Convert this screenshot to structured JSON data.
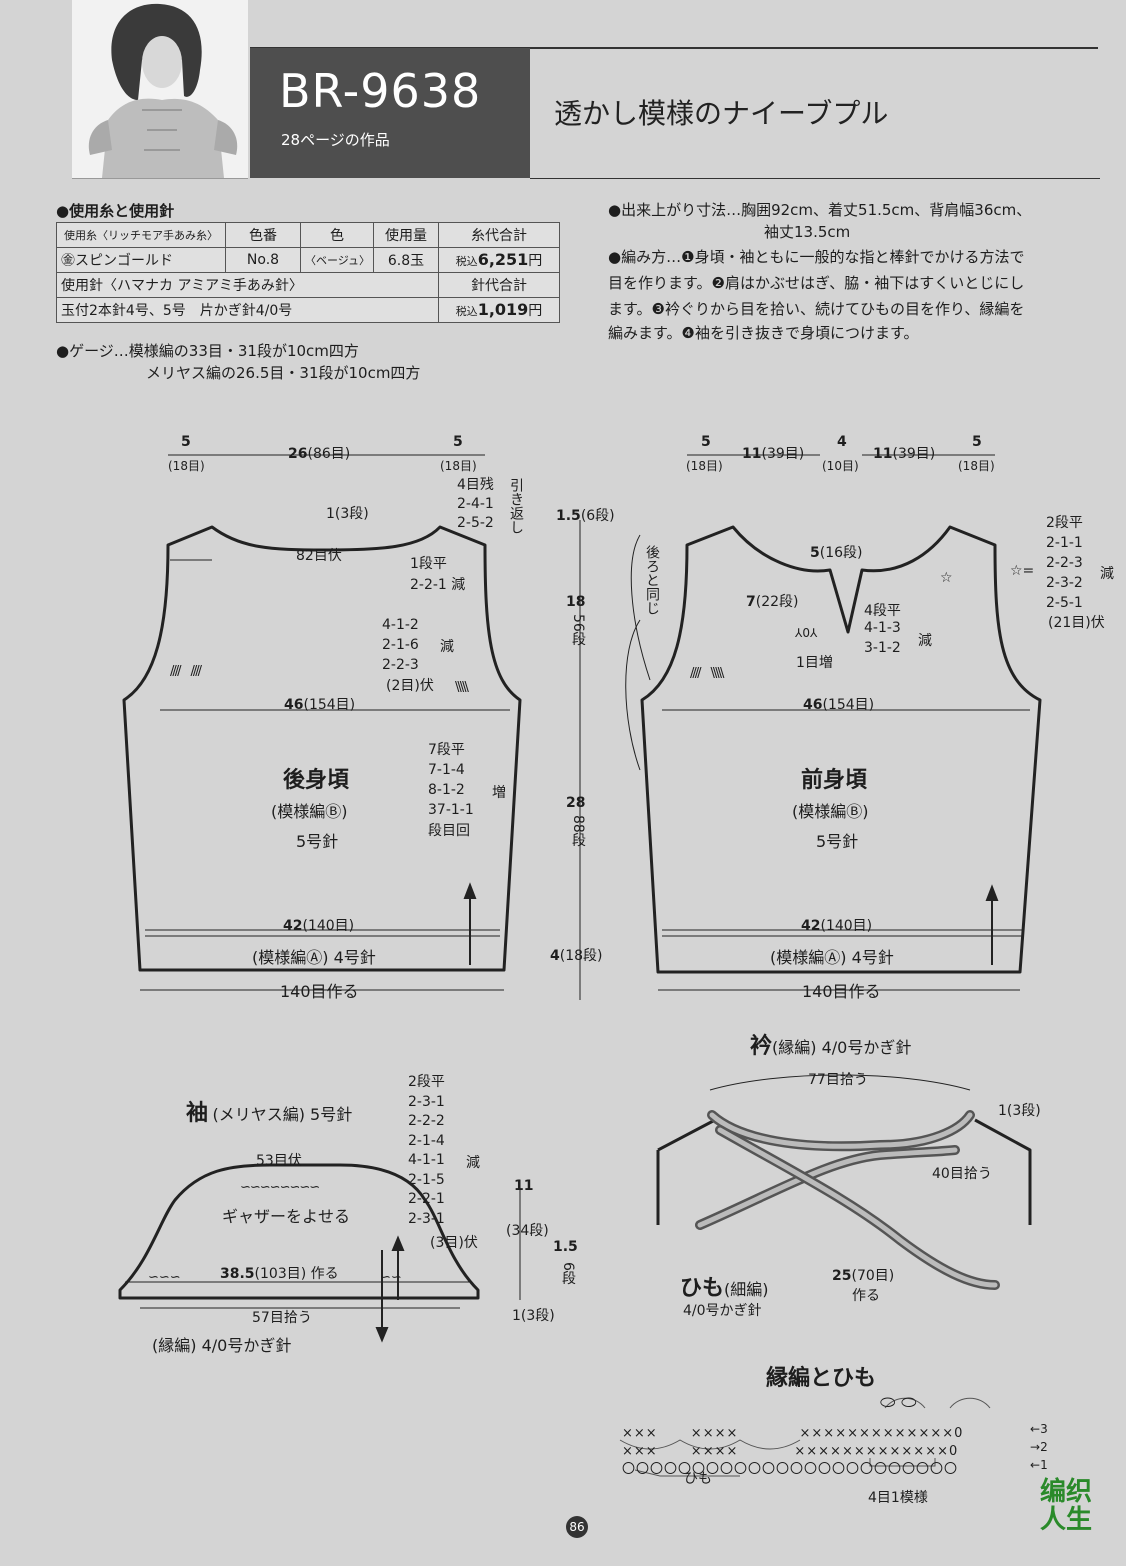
{
  "header": {
    "code": "BR-9638",
    "page_ref": "28ページの作品",
    "title": "透かし模様のナイーブプル"
  },
  "materials": {
    "heading": "●使用糸と使用針",
    "yarn_header": [
      "使用糸〈リッチモア手あみ糸〉",
      "色番",
      "色",
      "使用量",
      "糸代合計"
    ],
    "yarn_row": [
      "㊎スピンゴールド",
      "No.8",
      "〈ベージュ〉",
      "6.8玉",
      "税込",
      "6,251",
      "円"
    ],
    "needle_header": [
      "使用針〈ハマナカ アミアミ手あみ針〉",
      "針代合計"
    ],
    "needle_row": [
      "玉付2本針4号、5号　片かぎ針4/0号",
      "税込",
      "1,019",
      "円"
    ],
    "gauge1": "●ゲージ…模様編の33目・31段が10cm四方",
    "gauge2": "メリヤス編の26.5目・31段が10cm四方"
  },
  "finished": {
    "line1": "●出来上がり寸法…胸囲92cm、着丈51.5cm、背肩幅36cm、",
    "line2": "袖丈13.5cm",
    "method": [
      "●編み方…❶身頃・袖ともに一般的な指と棒針でかける方法で",
      "目を作ります。❷肩はかぶせはぎ、脇・袖下はすくいとじにし",
      "ます。❸衿ぐりから目を拾い、続けてひもの目を作り、縁編を",
      "編みます。❹袖を引き抜きで身頃につけます。"
    ]
  },
  "back": {
    "w5l": "5",
    "w5l_s": "(18目)",
    "w26": "26",
    "w26_s": "(86目)",
    "w5r": "5",
    "w5r_s": "(18目)",
    "neck_dec": [
      "4目残",
      "2-4-1",
      "2-5-2"
    ],
    "hiki": "引き返し",
    "row1": "1",
    "row1_s": "(3段)",
    "bind82": "82目伏",
    "flat1": "1段平",
    "d221": "2-2-1",
    "gen": "減",
    "arm": [
      "4-1-2",
      "2-1-6",
      "2-2-3"
    ],
    "arm_gen": "減",
    "arm_bind": "(2目)伏",
    "w46": "46",
    "w46_s": "(154目)",
    "name": "後身頃",
    "pattern": "(模様編Ⓑ)",
    "needle": "5号針",
    "side": [
      "7段平",
      "7-1-4",
      "8-1-2",
      "37-1-1"
    ],
    "side_inc": "増",
    "side_end": "段目回",
    "w42": "42",
    "w42_s": "(140目)",
    "rib": "(模様編Ⓐ) 4号針",
    "cast": "140目作る"
  },
  "vertical": {
    "v15": "1.5",
    "v15_s": "(6段)",
    "v18": "18",
    "v18_s": "56段",
    "v28": "28",
    "v28_s": "88段",
    "v4": "4",
    "v4_s": "(18段)"
  },
  "front": {
    "w5l": "5",
    "w5l_s": "(18目)",
    "w11l": "11",
    "w11l_s": "(39目)",
    "w4": "4",
    "w4_s": "(10目)",
    "w11r": "11",
    "w11r_s": "(39目)",
    "w5r": "5",
    "w5r_s": "(18目)",
    "same_as_back": "後ろと同じ",
    "neck5": "5",
    "neck5_s": "(16段)",
    "neck7": "7",
    "neck7_s": "(22段)",
    "flat4": "4段平",
    "v1": "4-1-3",
    "v2": "3-1-2",
    "vgen": "減",
    "inc1": "1目増",
    "star_rule": [
      "2段平",
      "2-1-1",
      "2-2-3",
      "2-3-2",
      "2-5-1"
    ],
    "star_gen": "減",
    "star_bind": "(21目)伏",
    "w46": "46",
    "w46_s": "(154目)",
    "name": "前身頃",
    "pattern": "(模様編Ⓑ)",
    "needle": "5号針",
    "w42": "42",
    "w42_s": "(140目)",
    "rib": "(模様編Ⓐ) 4号針",
    "cast": "140目作る"
  },
  "sleeve": {
    "title_b": "袖",
    "title": "(メリヤス編) 5号針",
    "dec": [
      "2段平",
      "2-3-1",
      "2-2-2",
      "2-1-4",
      "4-1-1",
      "2-1-5",
      "2-2-1",
      "2-3-1"
    ],
    "gen": "減",
    "bind": "(3目)伏",
    "top": "53目伏",
    "gather": "ギャザーをよせる",
    "w385": "38.5",
    "w385_s": "(103目) 作る",
    "pick": "57目拾う",
    "edge": "(縁編) 4/0号かぎ針",
    "h11": "11",
    "h11_s": "(34段)",
    "h15": "1.5",
    "h15_s": "6段",
    "h1": "1",
    "h1_s": "(3段)"
  },
  "collar": {
    "title_b": "衿",
    "title": "(縁編) 4/0号かぎ針",
    "pick77": "77目拾う",
    "row1": "1",
    "row1_s": "(3段)",
    "pick40": "40目拾う",
    "tie_b": "ひも",
    "tie": "(細編)",
    "tie_needle": "4/0号かぎ針",
    "tie25": "25",
    "tie25_s": "(70目)",
    "tie_make": "作る"
  },
  "chart": {
    "title": "縁編とひも",
    "rows": [
      "3",
      "2",
      "1"
    ],
    "tie": "ひも",
    "motif": "4目1模様"
  },
  "footer": {
    "page": "86",
    "logo1": "编织",
    "logo2": "人生"
  }
}
